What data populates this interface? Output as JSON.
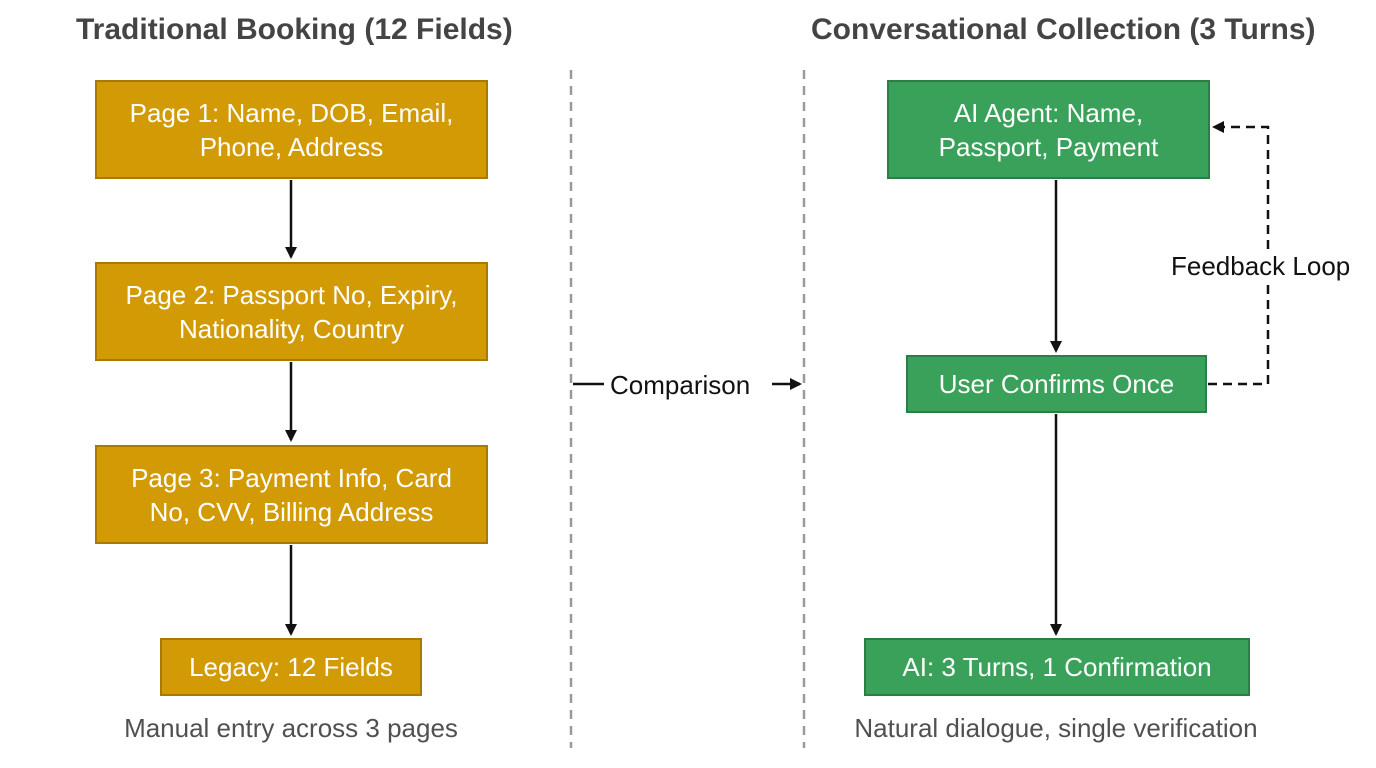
{
  "left": {
    "title": "Traditional Booking (12 Fields)",
    "boxes": [
      {
        "line1": "Page 1: Name, DOB, Email,",
        "line2": "Phone, Address"
      },
      {
        "line1": "Page 2: Passport No, Expiry,",
        "line2": "Nationality, Country"
      },
      {
        "line1": "Page 3: Payment Info, Card",
        "line2": "No, CVV, Billing Address"
      },
      {
        "line1": "Legacy: 12 Fields"
      }
    ],
    "caption": "Manual entry across 3 pages"
  },
  "middle": {
    "label": "Comparison"
  },
  "right": {
    "title": "Conversational Collection (3 Turns)",
    "boxes": [
      {
        "line1": "AI Agent: Name,",
        "line2": "Passport, Payment"
      },
      {
        "line1": "User Confirms Once"
      },
      {
        "line1": "AI: 3 Turns, 1 Confirmation"
      }
    ],
    "loop_label": "Feedback Loop",
    "caption": "Natural dialogue, single verification"
  },
  "colors": {
    "traditional_fill": "#d29a05",
    "conversational_fill": "#3aa15a",
    "divider": "#9a9a9a"
  }
}
